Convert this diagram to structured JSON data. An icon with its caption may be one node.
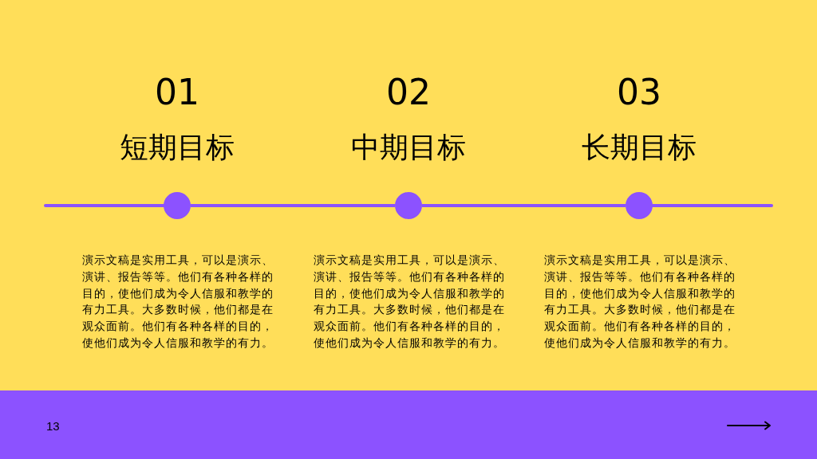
{
  "diagram": {
    "nodes": [
      {
        "text": [],
        "shape": "circle",
        "beside": [
          "01",
          "短期目标",
          "演示文稿是实用工具，可以是演示、演讲、报告等等。他们有各种各样的目的，使他们成为令人信服和教学的有力工具。大多数时候，他们都是在观众面前。他们有各种各样的目的，使他们成为令人信服和教学的有力。"
        ]
      },
      {
        "text": [],
        "shape": "circle",
        "beside": [
          "02",
          "中期目标",
          "演示文稿是实用工具，可以是演示、演讲、报告等等。他们有各种各样的目的，使他们成为令人信服和教学的有力工具。大多数时候，他们都是在观众面前。他们有各种各样的目的，使他们成为令人信服和教学的有力。"
        ]
      },
      {
        "text": [],
        "shape": "circle",
        "beside": [
          "03",
          "长期目标",
          "演示文稿是实用工具，可以是演示、演讲、报告等等。他们有各种各样的目的，使他们成为令人信服和教学的有力工具。大多数时候，他们都是在观众面前。他们有各种各样的目的，使他们成为令人信服和教学的有力。"
        ]
      }
    ],
    "edges": [
      {
        "from": null,
        "to": 0,
        "arrow": "none"
      },
      {
        "from": 0,
        "to": 1,
        "arrow": "none"
      },
      {
        "from": 1,
        "to": 2,
        "arrow": "none"
      },
      {
        "from": 2,
        "to": null,
        "arrow": "none"
      }
    ],
    "labels": [
      "13"
    ]
  }
}
